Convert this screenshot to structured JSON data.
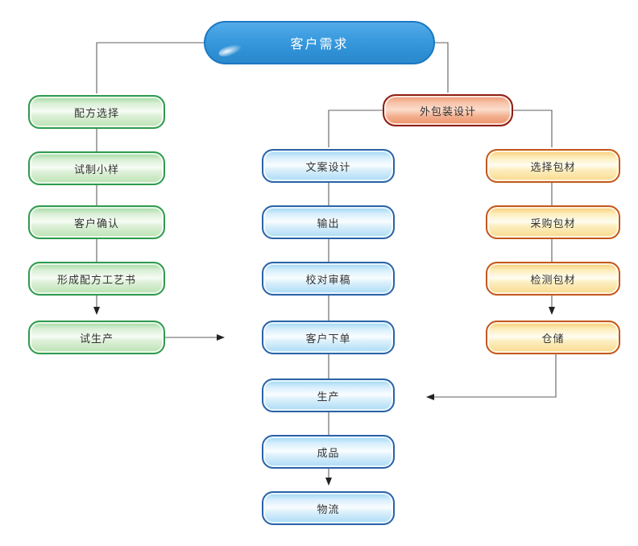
{
  "nodes": {
    "customer_demand": {
      "label": "客户需求"
    },
    "formula_selection": {
      "label": "配方选择"
    },
    "trial_sample": {
      "label": "试制小样"
    },
    "customer_confirmation": {
      "label": "客户确认"
    },
    "formula_process_document": {
      "label": "形成配方工艺书"
    },
    "trial_production": {
      "label": "试生产"
    },
    "outer_packaging_design": {
      "label": "外包装设计"
    },
    "copy_design": {
      "label": "文案设计"
    },
    "output": {
      "label": "输出"
    },
    "proofreading_review": {
      "label": "校对审稿"
    },
    "customer_order": {
      "label": "客户下单"
    },
    "production": {
      "label": "生产"
    },
    "finished_product": {
      "label": "成品"
    },
    "logistics": {
      "label": "物流"
    },
    "select_packaging": {
      "label": "选择包材"
    },
    "purchase_packaging": {
      "label": "采购包材"
    },
    "inspect_packaging": {
      "label": "检测包材"
    },
    "warehousing": {
      "label": "仓储"
    }
  },
  "edges": [
    {
      "from": "customer_demand",
      "to": "formula_selection",
      "arrow": false
    },
    {
      "from": "customer_demand",
      "to": "outer_packaging_design",
      "arrow": false
    },
    {
      "from": "formula_selection",
      "to": "trial_sample",
      "arrow": false
    },
    {
      "from": "trial_sample",
      "to": "customer_confirmation",
      "arrow": false
    },
    {
      "from": "customer_confirmation",
      "to": "formula_process_document",
      "arrow": false
    },
    {
      "from": "formula_process_document",
      "to": "trial_production",
      "arrow": true
    },
    {
      "from": "trial_production",
      "to": "customer_order",
      "arrow": true
    },
    {
      "from": "outer_packaging_design",
      "to": "copy_design",
      "arrow": false
    },
    {
      "from": "outer_packaging_design",
      "to": "select_packaging",
      "arrow": false
    },
    {
      "from": "copy_design",
      "to": "output",
      "arrow": false
    },
    {
      "from": "output",
      "to": "proofreading_review",
      "arrow": false
    },
    {
      "from": "proofreading_review",
      "to": "customer_order",
      "arrow": false
    },
    {
      "from": "customer_order",
      "to": "production",
      "arrow": false
    },
    {
      "from": "production",
      "to": "finished_product",
      "arrow": false
    },
    {
      "from": "finished_product",
      "to": "logistics",
      "arrow": true
    },
    {
      "from": "select_packaging",
      "to": "purchase_packaging",
      "arrow": false
    },
    {
      "from": "purchase_packaging",
      "to": "inspect_packaging",
      "arrow": false
    },
    {
      "from": "inspect_packaging",
      "to": "warehousing",
      "arrow": true
    },
    {
      "from": "warehousing",
      "to": "production",
      "arrow": true
    }
  ],
  "colors": {
    "root_fill": "#2F93D8",
    "root_border": "#1A78C2",
    "root_text": "#FFFFFF",
    "green_border": "#2E9B4E",
    "green_fill": "#BFE5BA",
    "red_border": "#8E1D14",
    "red_fill": "#F2A183",
    "blue_border": "#2A63A8",
    "blue_fill": "#ACDBF6",
    "orange_border": "#C4571C",
    "orange_fill": "#FAD788",
    "connector": "#5F5F5F",
    "arrowhead": "#222222",
    "node_text": "#333333",
    "background": "#FFFFFF"
  }
}
